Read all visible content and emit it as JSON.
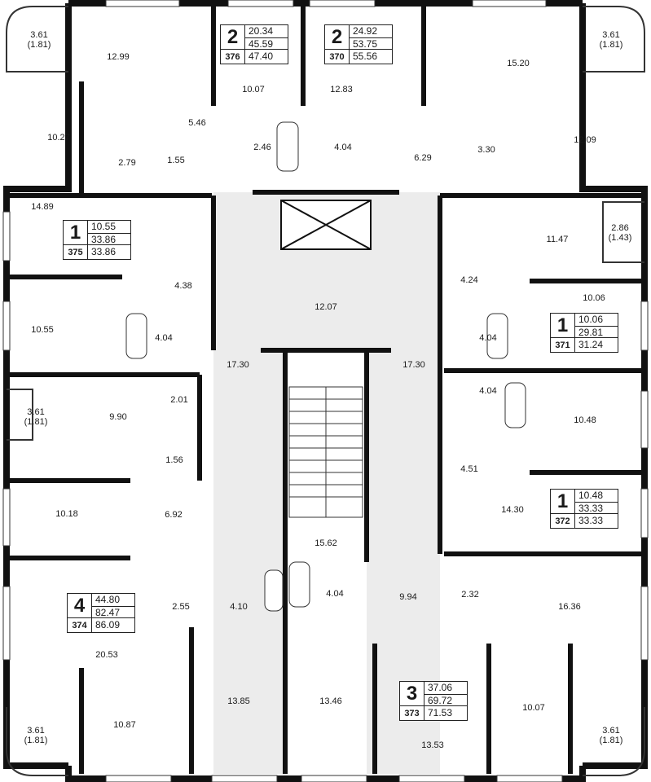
{
  "colors": {
    "wall": "#111111",
    "window": "#ffffff",
    "core": "#e9e9e9",
    "line": "#333333"
  },
  "rooms": {
    "tl_balcony": "3.61\n(1.81)",
    "tr_balcony": "3.61\n(1.81)",
    "r_balcony": "2.86\n(1.43)",
    "l_balcony": "3.61\n(1.81)",
    "bl_balcony": "3.61\n(1.81)",
    "br_balcony": "3.61\n(1.81)",
    "r1299": "12.99",
    "r1027": "10.27",
    "r279": "2.79",
    "r155": "1.55",
    "r546": "5.46",
    "r1007a": "10.07",
    "r246": "2.46",
    "r1283": "12.83",
    "r404a": "4.04",
    "r629": "6.29",
    "r1520": "15.20",
    "r330": "3.30",
    "r1209": "12.09",
    "r1489": "14.89",
    "r438": "4.38",
    "r1055": "10.55",
    "r404b": "4.04",
    "r1730a": "17.30",
    "r1207": "12.07",
    "r1730b": "17.30",
    "r1147": "11.47",
    "r424": "4.24",
    "r1006": "10.06",
    "r404c": "4.04",
    "r990": "9.90",
    "r201": "2.01",
    "r156": "1.56",
    "r404d": "4.04",
    "r1048": "10.48",
    "r451": "4.51",
    "r1018": "10.18",
    "r692": "6.92",
    "r1430": "14.30",
    "r1562": "15.62",
    "r255": "2.55",
    "r410": "4.10",
    "r404e": "4.04",
    "r994": "9.94",
    "r232": "2.32",
    "r1636": "16.36",
    "r2053": "20.53",
    "r1385": "13.85",
    "r1346": "13.46",
    "r1353": "13.53",
    "r1087": "10.87",
    "r1007b": "10.07"
  },
  "apartments": [
    {
      "rooms": "2",
      "a1": "20.34",
      "a2": "45.59",
      "num": "376",
      "a3": "47.40"
    },
    {
      "rooms": "2",
      "a1": "24.92",
      "a2": "53.75",
      "num": "370",
      "a3": "55.56"
    },
    {
      "rooms": "1",
      "a1": "10.55",
      "a2": "33.86",
      "num": "375",
      "a3": "33.86"
    },
    {
      "rooms": "1",
      "a1": "10.06",
      "a2": "29.81",
      "num": "371",
      "a3": "31.24"
    },
    {
      "rooms": "1",
      "a1": "10.48",
      "a2": "33.33",
      "num": "372",
      "a3": "33.33"
    },
    {
      "rooms": "4",
      "a1": "44.80",
      "a2": "82.47",
      "num": "374",
      "a3": "86.09"
    },
    {
      "rooms": "3",
      "a1": "37.06",
      "a2": "69.72",
      "num": "373",
      "a3": "71.53"
    }
  ]
}
